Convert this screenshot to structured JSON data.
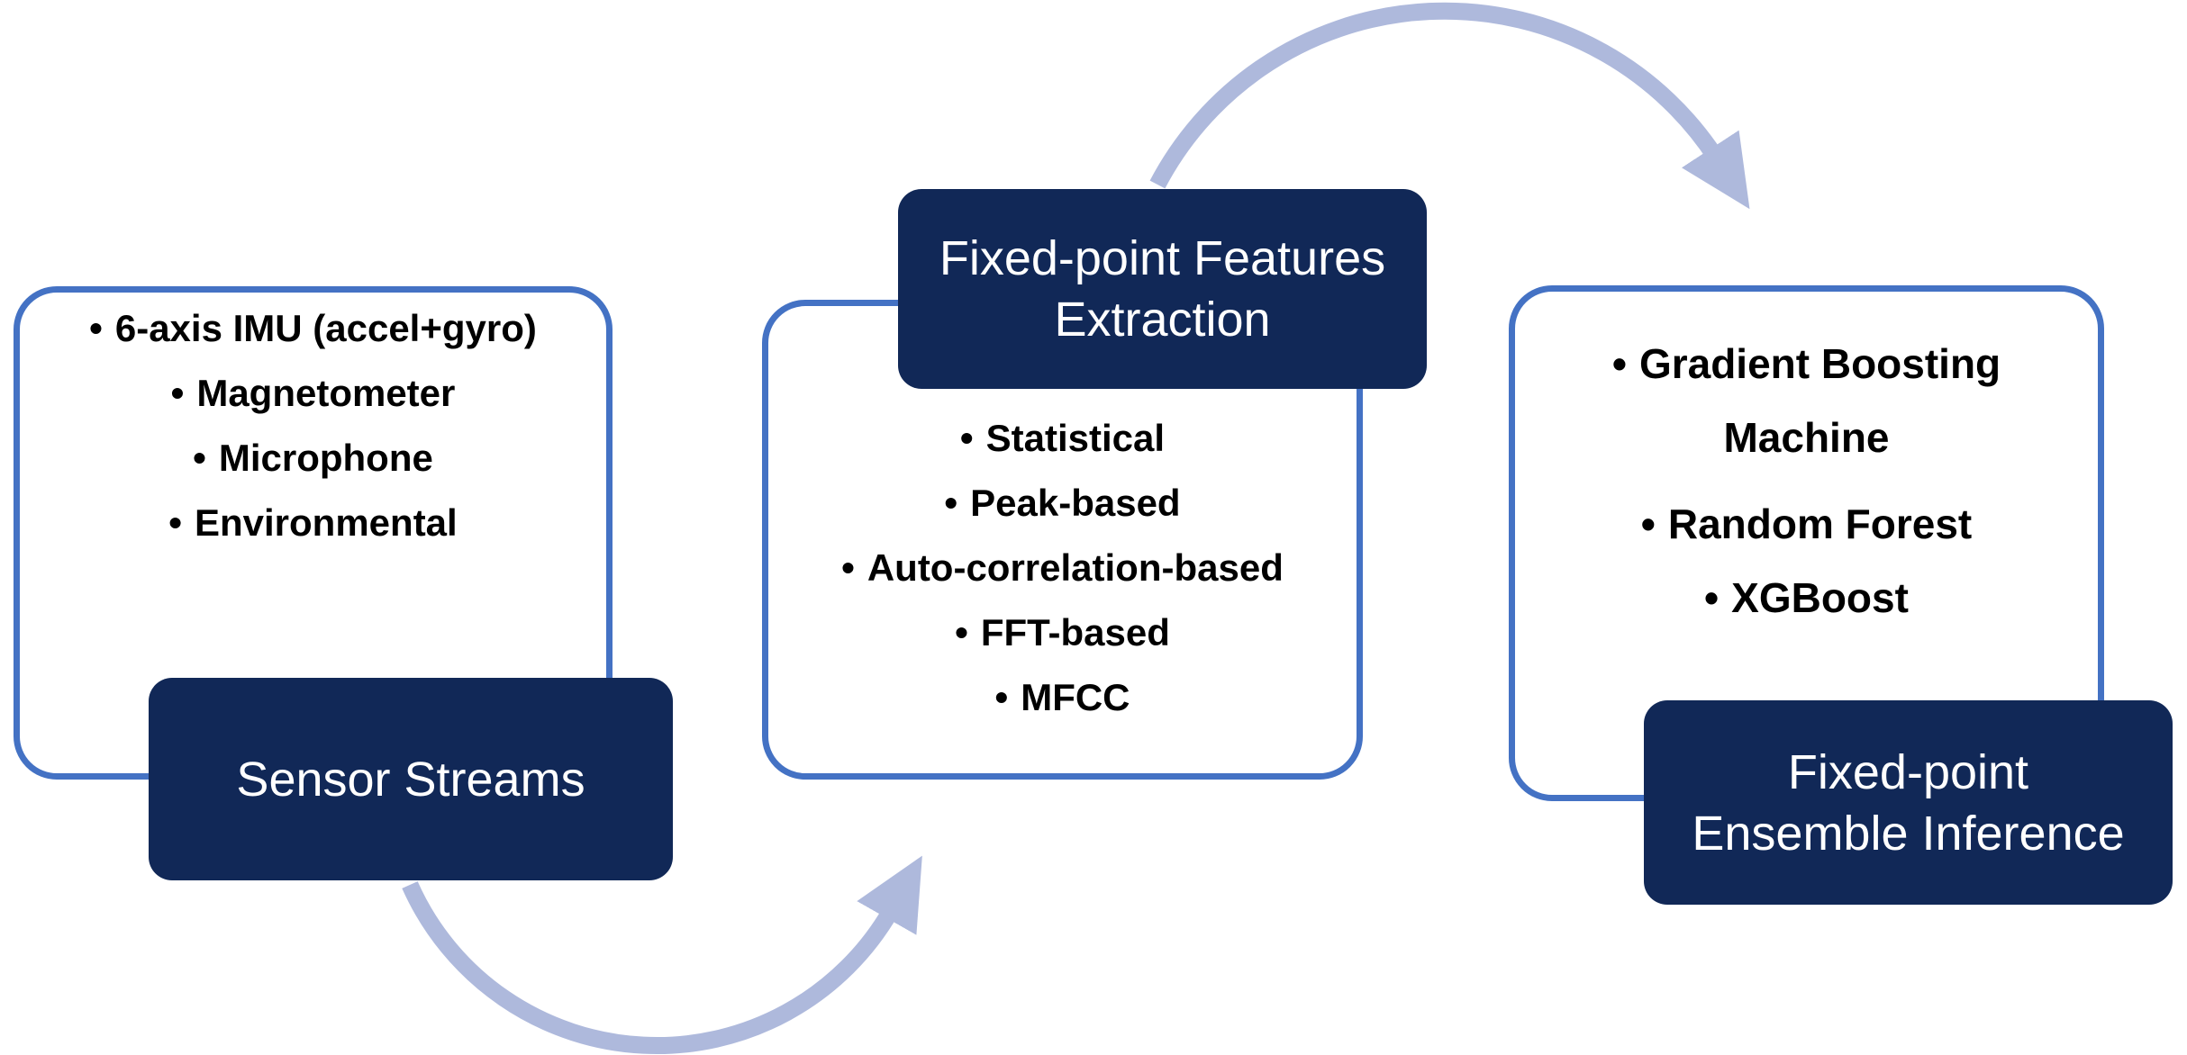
{
  "bullet_char": "•",
  "colors": {
    "navy": "#112857",
    "border_blue": "#4472C4",
    "arrow_blue": "#AEB9DC",
    "text": "#000000",
    "white": "#FFFFFF"
  },
  "boxes": {
    "sensor": {
      "title_lines": [
        "Sensor Streams"
      ],
      "items": [
        "6-axis IMU (accel+gyro)",
        "Magnetometer",
        "Microphone",
        "Environmental"
      ]
    },
    "features": {
      "title_lines": [
        "Fixed-point Features",
        "Extraction"
      ],
      "items": [
        "Statistical",
        "Peak-based",
        "Auto-correlation-based",
        "FFT-based",
        "MFCC"
      ]
    },
    "inference": {
      "title_lines": [
        "Fixed-point",
        "Ensemble Inference"
      ],
      "lines": [
        "Gradient Boosting",
        "Machine",
        "Random Forest",
        "XGBoost"
      ]
    }
  }
}
